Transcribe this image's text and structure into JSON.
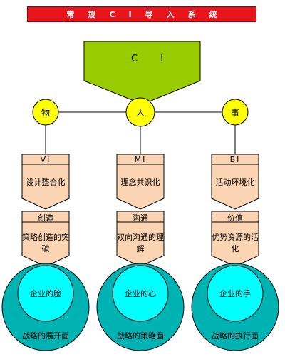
{
  "title": "常规CI导入系统",
  "ci": {
    "label": "C I"
  },
  "columns": [
    {
      "circle": "物",
      "code": "VI",
      "action": "设计整合化",
      "method": "创造",
      "strategy": "策略创造的突破",
      "core": "企业的脸",
      "face": "战略的展开面"
    },
    {
      "circle": "人",
      "code": "MI",
      "action": "理念共识化",
      "method": "沟通",
      "strategy": "双向沟通的理解",
      "core": "企业的心",
      "face": "战略的策略面"
    },
    {
      "circle": "事",
      "code": "BI",
      "action": "活动环境化",
      "method": "价值",
      "strategy": "优势资源的活化",
      "core": "企业的手",
      "face": "战略的执行面"
    }
  ],
  "colors": {
    "title_bg": "#e8141c",
    "ci_fill": "#99cc00",
    "circle_fill": "#ffff00",
    "panel_fill": "#fbd4b4",
    "outer_globe": "#00b3b3",
    "inner_globe": "#00ffff"
  }
}
